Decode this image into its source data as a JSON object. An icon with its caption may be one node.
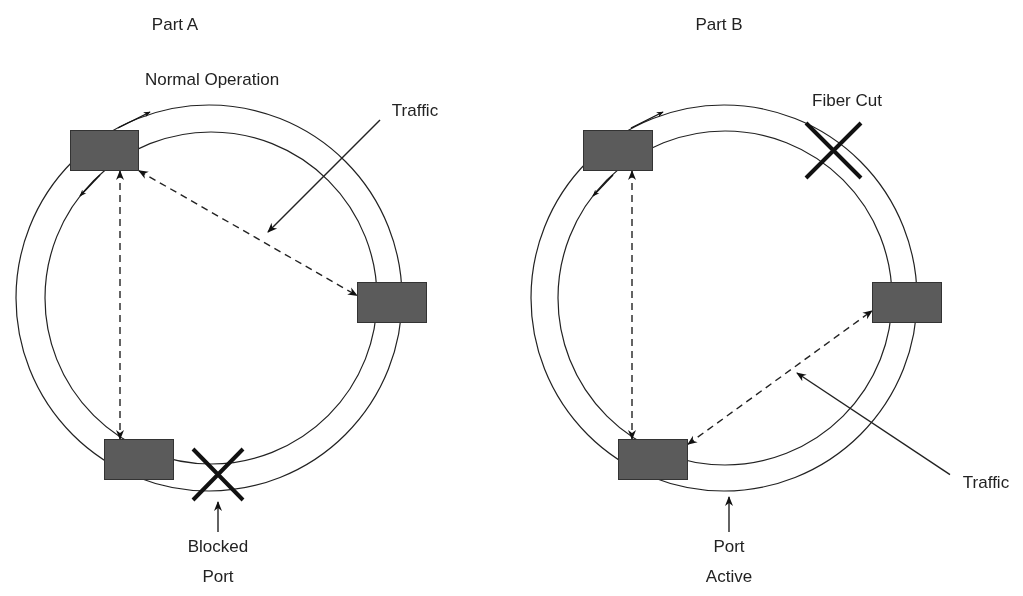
{
  "diagram": {
    "nodes": [
      {
        "text": [],
        "shape": "box"
      },
      {
        "text": [],
        "shape": "box"
      },
      {
        "text": [],
        "shape": "box"
      },
      {
        "text": [
          "Traffic"
        ]
      },
      {
        "text": [
          "Blocked Port"
        ]
      },
      {
        "text": [],
        "shape": "cross"
      },
      {
        "text": [],
        "shape": "box"
      },
      {
        "text": [],
        "shape": "box"
      },
      {
        "text": [],
        "shape": "box"
      },
      {
        "text": [
          "Traffic"
        ]
      },
      {
        "text": [
          "Port Active"
        ]
      }
    ],
    "edges": [
      {
        "from": 0,
        "to": 1,
        "arrow": "both",
        "style": "dashed"
      },
      {
        "from": 0,
        "to": 2,
        "arrow": "both",
        "style": "dashed"
      },
      {
        "from": 3,
        "to": null,
        "arrow": "to"
      },
      {
        "from": 4,
        "to": 5,
        "arrow": "to"
      },
      {
        "from": 6,
        "to": 8,
        "arrow": "both",
        "style": "dashed"
      },
      {
        "from": 8,
        "to": 7,
        "arrow": "both",
        "style": "dashed"
      },
      {
        "from": 9,
        "to": null,
        "arrow": "to"
      },
      {
        "from": 10,
        "to": null,
        "arrow": "to"
      }
    ],
    "labels": [
      "Part A",
      "Part B",
      "Normal Operation",
      "Fiber Cut"
    ]
  }
}
